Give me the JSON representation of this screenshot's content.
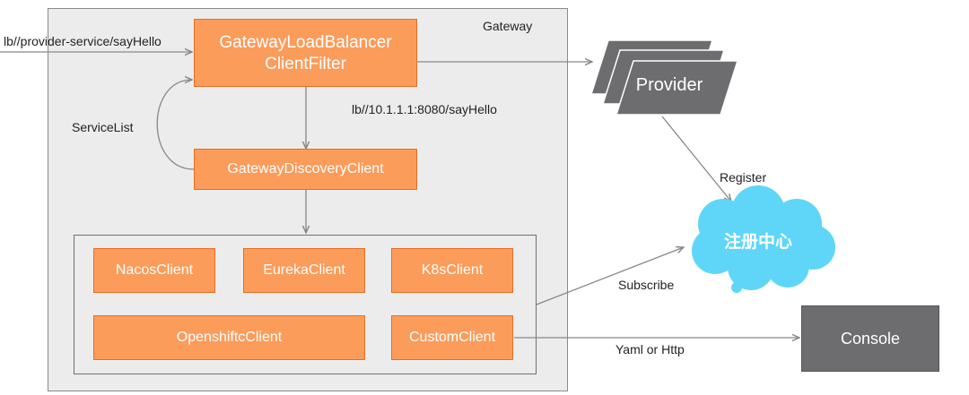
{
  "gateway": {
    "title": "Gateway"
  },
  "filter": {
    "line1": "GatewayLoadBalancer",
    "line2": "ClientFilter"
  },
  "discovery_client": "GatewayDiscoveryClient",
  "clients": {
    "nacos": "NacosClient",
    "eureka": "EurekaClient",
    "k8s": "K8sClient",
    "openshift": "OpenshiftcClient",
    "custom": "CustomClient"
  },
  "provider": "Provider",
  "registry": "注册中心",
  "console": "Console",
  "labels": {
    "request": "lb//provider-service/sayHello",
    "resolved": "lb//10.1.1.1:8080/sayHello",
    "service_list": "ServiceList",
    "register": "Register",
    "subscribe": "Subscribe",
    "yaml_http": "Yaml or Http"
  },
  "colors": {
    "orange_fill": "#fb9c5b",
    "orange_border": "#e36f25",
    "provider_fill": "#6d6d70",
    "cloud_fill": "#5fd6f7",
    "gateway_fill": "#ececec"
  }
}
